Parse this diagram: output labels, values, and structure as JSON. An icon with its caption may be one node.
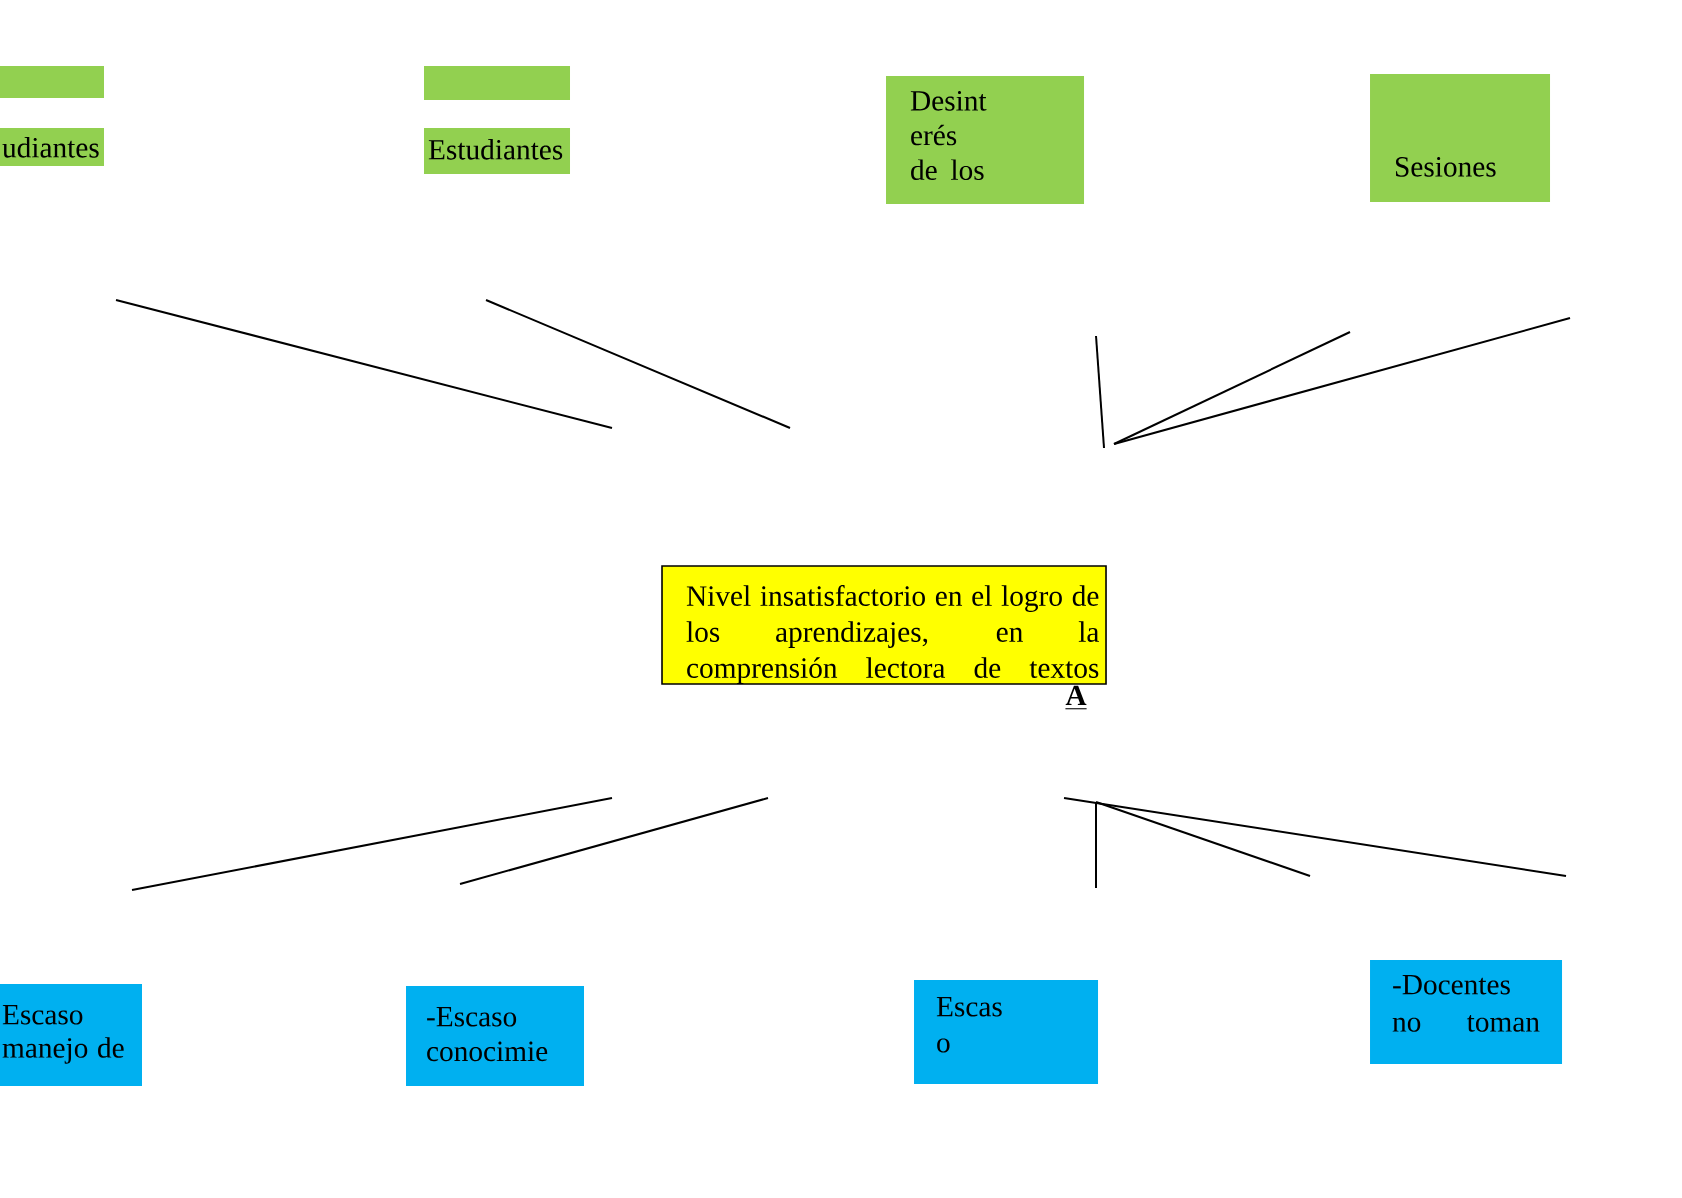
{
  "diagram": {
    "nodes": [
      {
        "text": [],
        "shape": "box"
      },
      {
        "text": [
          "udiantes"
        ]
      },
      {
        "text": [],
        "shape": "box"
      },
      {
        "text": [
          "Estudiantes"
        ]
      },
      {
        "text": [
          "Desint erés de los"
        ]
      },
      {
        "text": [
          "Sesiones"
        ]
      },
      {
        "text": [
          "Nivel insatisfactorio en el logro de los aprendizajes, en la comprensión lectora de textos"
        ],
        "beside": [
          "A"
        ]
      },
      {
        "text": [
          "Escaso manejo de"
        ]
      },
      {
        "text": [
          "-Escaso conocimie"
        ]
      },
      {
        "text": [
          "Escas o"
        ]
      },
      {
        "text": [
          "-Docentes no toman"
        ]
      }
    ]
  }
}
